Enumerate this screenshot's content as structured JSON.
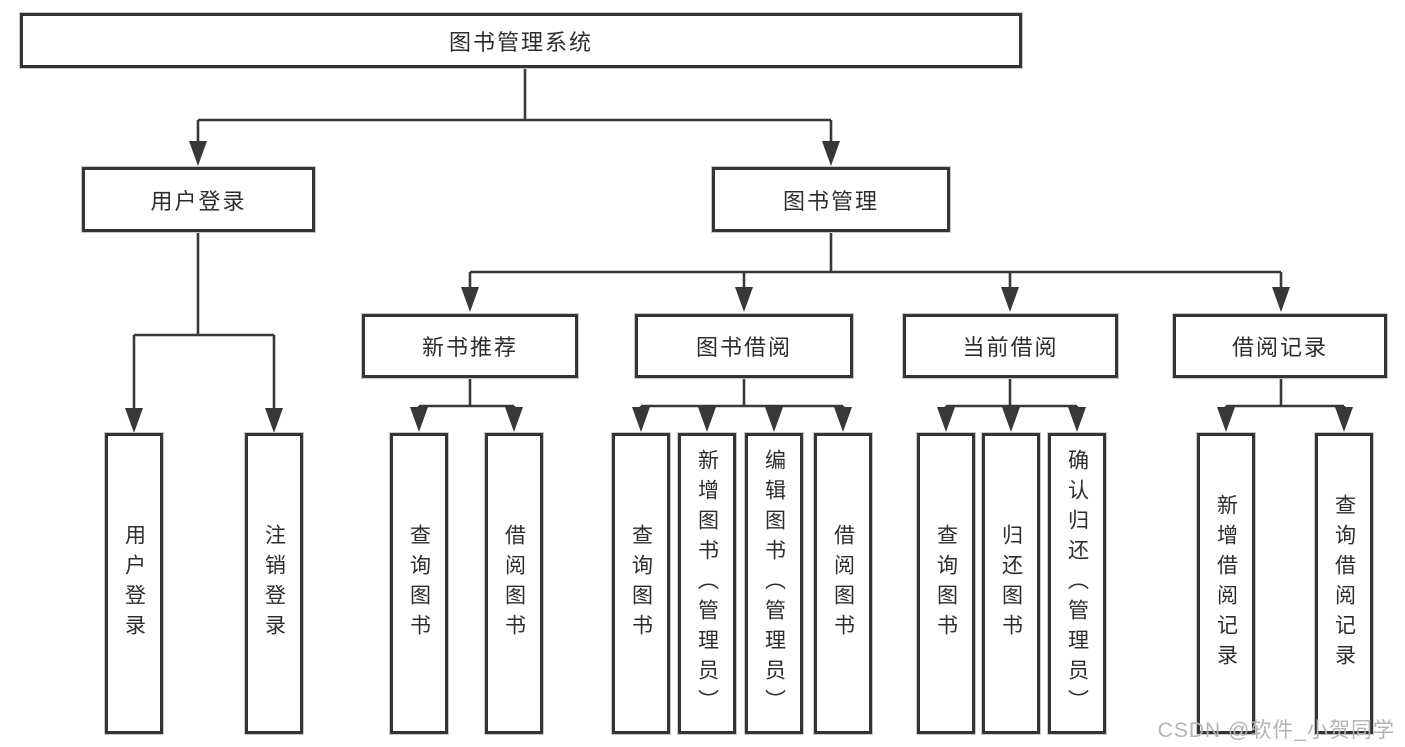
{
  "diagram": {
    "root": {
      "label": "图书管理系统"
    },
    "branches": [
      {
        "label": "用户登录",
        "children": [
          {
            "label": "用户登录"
          },
          {
            "label": "注销登录"
          }
        ]
      },
      {
        "label": "图书管理",
        "sections": [
          {
            "label": "新书推荐",
            "children": [
              {
                "label": "查询图书"
              },
              {
                "label": "借阅图书"
              }
            ]
          },
          {
            "label": "图书借阅",
            "children": [
              {
                "label": "查询图书"
              },
              {
                "label": "新增图书（管理员）"
              },
              {
                "label": "编辑图书（管理员）"
              },
              {
                "label": "借阅图书"
              }
            ]
          },
          {
            "label": "当前借阅",
            "children": [
              {
                "label": "查询图书"
              },
              {
                "label": "归还图书"
              },
              {
                "label": "确认归还（管理员）"
              }
            ]
          },
          {
            "label": "借阅记录",
            "children": [
              {
                "label": "新增借阅记录"
              },
              {
                "label": "查询借阅记录"
              }
            ]
          }
        ]
      }
    ],
    "line_color": "#383838"
  },
  "watermark": {
    "text": "CSDN @软件_小贺同学"
  }
}
